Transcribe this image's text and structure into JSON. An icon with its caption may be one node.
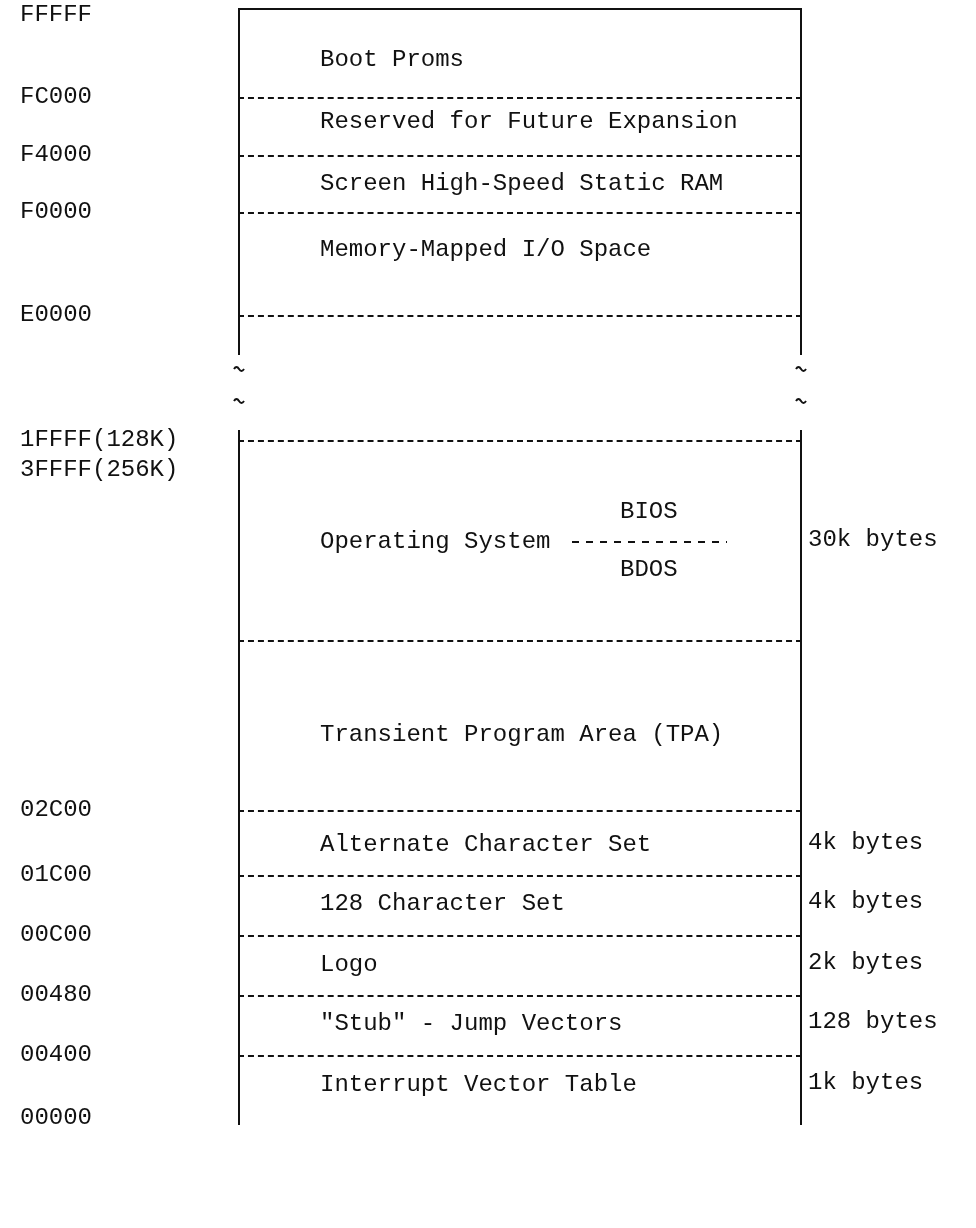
{
  "diagram": {
    "nodes": [
      {
        "text": [
          "Boot Proms"
        ]
      },
      {
        "text": [
          "Reserved for Future Expansion"
        ]
      },
      {
        "text": [
          "Screen High-Speed Static RAM"
        ]
      },
      {
        "text": [
          "Memory-Mapped I/O Space"
        ]
      },
      {
        "text": [],
        "shape": "box"
      },
      {
        "text": [
          "Operating System",
          "BIOS",
          "BDOS"
        ],
        "beside": [
          "30k bytes"
        ]
      },
      {
        "text": [
          "Transient Program Area (TPA)"
        ]
      },
      {
        "text": [
          "Alternate Character Set"
        ],
        "beside": [
          "4k bytes"
        ]
      },
      {
        "text": [
          "128 Character Set"
        ],
        "beside": [
          "4k bytes"
        ]
      },
      {
        "text": [
          "Logo"
        ],
        "beside": [
          "2k bytes"
        ]
      },
      {
        "text": [
          "\"Stub\" - Jump Vectors"
        ],
        "beside": [
          "128 bytes"
        ]
      },
      {
        "text": [
          "Interrupt Vector Table"
        ],
        "beside": [
          "1k bytes"
        ]
      }
    ],
    "labels": [
      "FFFFF",
      "FC000",
      "F4000",
      "F0000",
      "E0000",
      "1FFFF(128K)",
      "3FFFF(256K)",
      "02C00",
      "01C00",
      "00C00",
      "00480",
      "00400",
      "00000"
    ]
  }
}
